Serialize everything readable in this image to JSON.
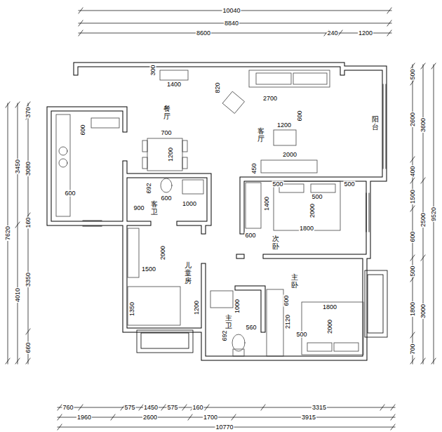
{
  "diagram": {
    "labels": [
      "10040",
      "8840",
      "8600",
      "240",
      "1200",
      "500",
      "2600",
      "400",
      "1500",
      "600",
      "500",
      "1800",
      "700",
      "3600",
      "2500",
      "3000",
      "9520",
      "7620",
      "3450",
      "4010",
      "370",
      "3080",
      "160",
      "3350",
      "660",
      "760",
      "575",
      "1450",
      "575",
      "160",
      "3315",
      "1960",
      "2600",
      "1700",
      "3915",
      "10770",
      "300",
      "1400",
      "820",
      "2700",
      "600",
      "1200",
      "2000",
      "450",
      "700",
      "1200",
      "600",
      "600",
      "692",
      "600",
      "1000",
      "900",
      "1400",
      "500",
      "500",
      "500",
      "2000",
      "1800",
      "600",
      "1500",
      "2000",
      "1350",
      "1200",
      "1000",
      "2120",
      "560",
      "600",
      "1800",
      "2000",
      "500",
      "692",
      "餐厅",
      "客厅",
      "阳台",
      "客卫",
      "次卧",
      "儿童房",
      "主卫",
      "主卧"
    ]
  }
}
